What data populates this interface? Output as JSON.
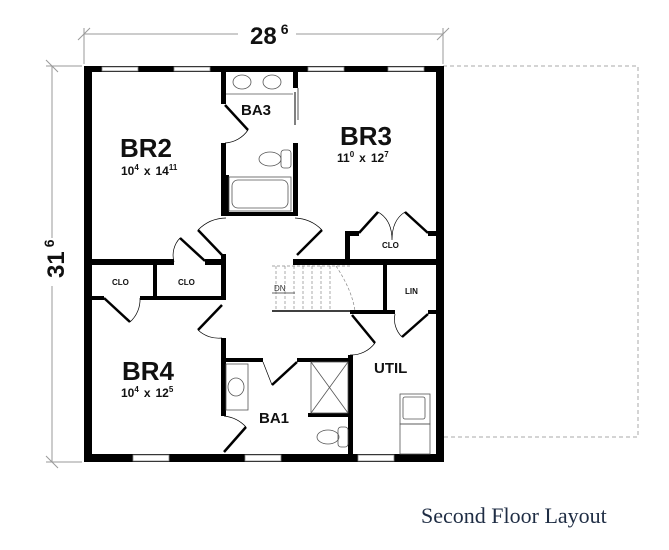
{
  "dimensions": {
    "width_main": "28",
    "width_sup": "6",
    "depth_main": "31",
    "depth_sup": "6"
  },
  "rooms": {
    "br2": {
      "name": "BR2",
      "w": "10",
      "w_sup": "4",
      "x": "x",
      "d": "14",
      "d_sup": "11"
    },
    "br3": {
      "name": "BR3",
      "w": "11",
      "w_sup": "0",
      "x": "x",
      "d": "12",
      "d_sup": "7"
    },
    "br4": {
      "name": "BR4",
      "w": "10",
      "w_sup": "4",
      "x": "x",
      "d": "12",
      "d_sup": "5"
    },
    "ba3": "BA3",
    "ba1": "BA1",
    "util": "UTIL",
    "lin": "LIN",
    "clo": "CLO",
    "dn": "DN"
  },
  "caption": "Second Floor Layout"
}
